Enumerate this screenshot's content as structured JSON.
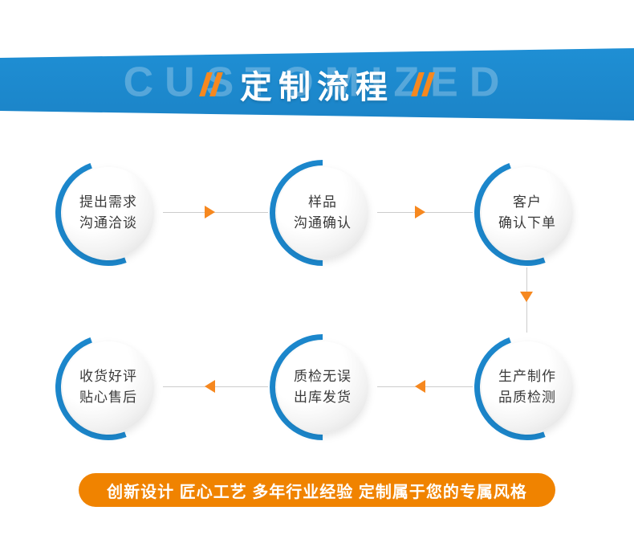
{
  "banner": {
    "watermark": "CUSTOMIZED",
    "title": "定制流程",
    "bg_color": "#1c87cc",
    "accent_color": "#f6881f"
  },
  "steps": [
    {
      "line1": "提出需求",
      "line2": "沟通洽谈"
    },
    {
      "line1": "样品",
      "line2": "沟通确认"
    },
    {
      "line1": "客户",
      "line2": "确认下单"
    },
    {
      "line1": "生产制作",
      "line2": "品质检测"
    },
    {
      "line1": "质检无误",
      "line2": "出库发货"
    },
    {
      "line1": "收货好评",
      "line2": "贴心售后"
    }
  ],
  "flow": {
    "arc_color": "#1c87cc",
    "arrow_color": "#f6881f",
    "line_color": "#cccccc",
    "direction_row1": "left-to-right",
    "direction_row2": "right-to-left"
  },
  "footer": {
    "text": "创新设计 匠心工艺 多年行业经验 定制属于您的专属风格",
    "bg_color": "#f08300"
  }
}
